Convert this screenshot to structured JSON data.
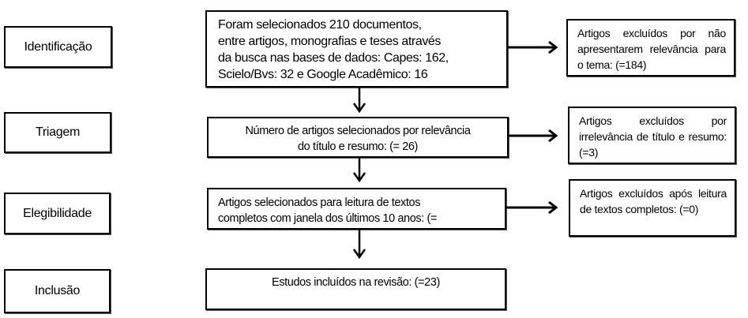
{
  "stages": [
    {
      "label": "Identificação"
    },
    {
      "label": "Triagem"
    },
    {
      "label": "Elegibilidade"
    },
    {
      "label": "Inclusão"
    }
  ],
  "main_boxes": [
    {
      "lines": [
        "Foram selecionados 210 documentos,",
        "entre artigos, monografias e teses através",
        "da busca nas bases de dados: Capes: 162,",
        "Scielo/Bvs: 32 e Google Acadêmico: 16"
      ]
    },
    {
      "lines": [
        "Número de artigos selecionados  por relevância",
        "do título e resumo: (= 26)"
      ]
    },
    {
      "lines": [
        "Artigos selecionados para leitura de textos",
        "completos com janela dos últimos 10 anos:  (="
      ]
    },
    {
      "lines": [
        "Estudos incluídos na revisão:  (=23)"
      ]
    }
  ],
  "excluded_boxes": [
    {
      "text": "Artigos excluídos por não apresentarem relevância para o tema: (=184)"
    },
    {
      "text": "Artigos excluídos por irrelevância de título e resumo: (=3)"
    },
    {
      "text": "Artigos excluídos após leitura de textos completos: (=0)"
    }
  ]
}
